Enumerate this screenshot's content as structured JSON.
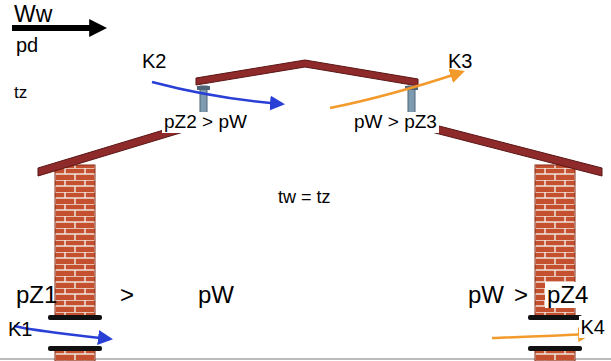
{
  "diagram": {
    "labels": [
      "Ww",
      "pd",
      "K2",
      "K3",
      "tz",
      "pZ2 > pW",
      "pW > pZ3",
      "tw = tz",
      "pZ1",
      ">",
      "pW",
      "K1",
      "pW",
      ">",
      "pZ4",
      "K4"
    ]
  }
}
